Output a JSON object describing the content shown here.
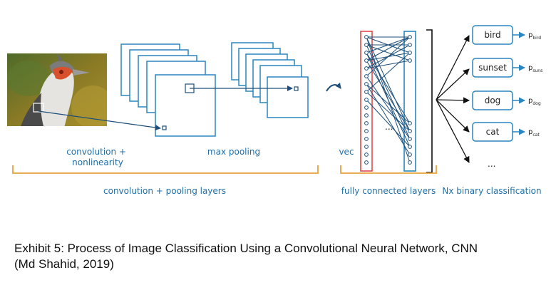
{
  "diagram": {
    "labels": {
      "convolution": [
        "convolution +",
        "nonlinearity"
      ],
      "max_pooling": "max pooling",
      "vec": "vec",
      "conv_pool_layers": "convolution + pooling layers",
      "fully_connected_layers": "fully connected layers",
      "binary_classification": "Nx binary classification",
      "hidden_ellipsis": "...",
      "output_ellipsis": "..."
    },
    "classes": [
      {
        "name": "bird",
        "prob": "p",
        "prob_sub": "bird"
      },
      {
        "name": "sunset",
        "prob": "p",
        "prob_sub": "suns"
      },
      {
        "name": "dog",
        "prob": "p",
        "prob_sub": "dog"
      },
      {
        "name": "cat",
        "prob": "p",
        "prob_sub": "cat"
      }
    ],
    "colors": {
      "layer_stroke": "#2a86c0",
      "arrow": "#1d4f7a",
      "bracket": "#e8a43c",
      "vec_red": "#e2474c",
      "output_arrow": "#2a86c0"
    }
  },
  "caption": {
    "line1": "Exhibit 5: Process of Image Classification Using a Convolutional Neural Network, CNN",
    "line2": "(Md Shahid, 2019)"
  }
}
